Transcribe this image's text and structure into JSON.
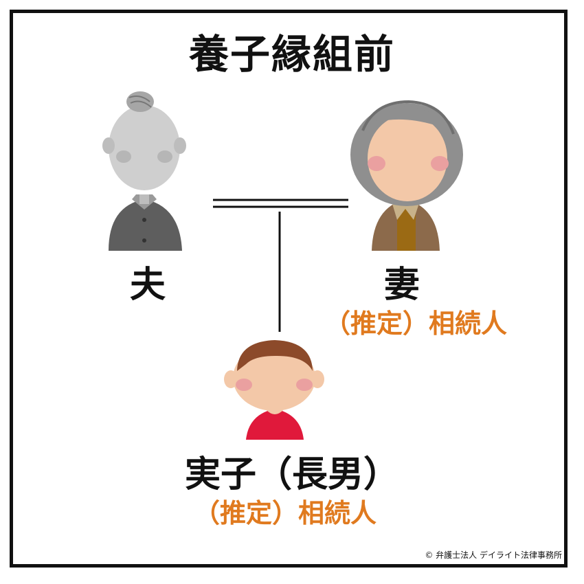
{
  "diagram": {
    "title": "養子縁組前",
    "husband": {
      "label": "夫"
    },
    "wife": {
      "label": "妻",
      "status": "（推定）相続人"
    },
    "child": {
      "label": "実子（長男）",
      "status": "（推定）相続人"
    },
    "copyright": "© 弁護士法人 デイライト法律事務所"
  },
  "colors": {
    "heir_status": "#e07a1f",
    "frame": "#111111"
  },
  "icons": {
    "husband": "elderly-man-figure-icon",
    "wife": "elderly-woman-figure-icon",
    "child": "boy-figure-icon"
  }
}
